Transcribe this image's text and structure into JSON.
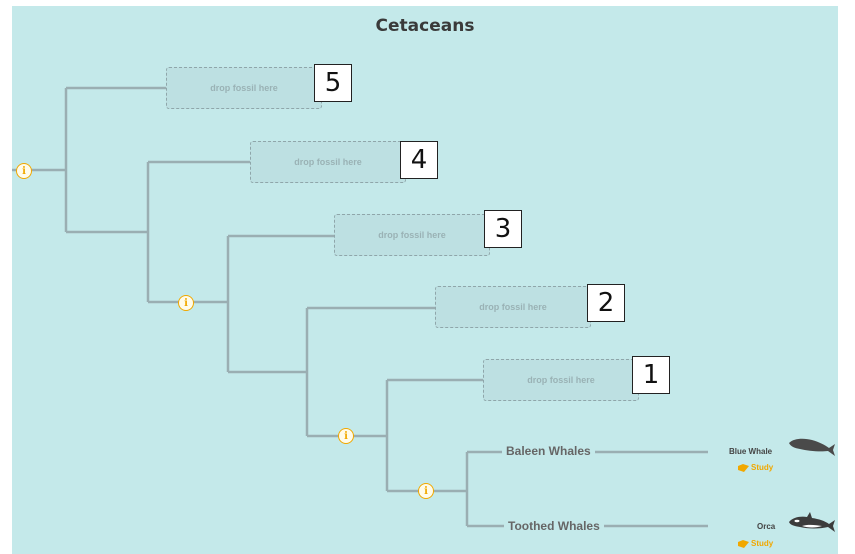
{
  "title": "Cetaceans",
  "drop_slots": [
    {
      "label": "drop fossil here",
      "number": "5"
    },
    {
      "label": "drop fossil here",
      "number": "4"
    },
    {
      "label": "drop fossil here",
      "number": "3"
    },
    {
      "label": "drop fossil here",
      "number": "2"
    },
    {
      "label": "drop fossil here",
      "number": "1"
    }
  ],
  "info_glyph": "i",
  "clades": [
    {
      "label": "Baleen Whales",
      "species": "Blue Whale",
      "study": "Study",
      "icon": "blue-whale-icon"
    },
    {
      "label": "Toothed Whales",
      "species": "Orca",
      "study": "Study",
      "icon": "orca-icon"
    }
  ],
  "colors": {
    "background": "#c4e9ea",
    "branch": "#9aaeb2",
    "accent": "#f1a800"
  }
}
